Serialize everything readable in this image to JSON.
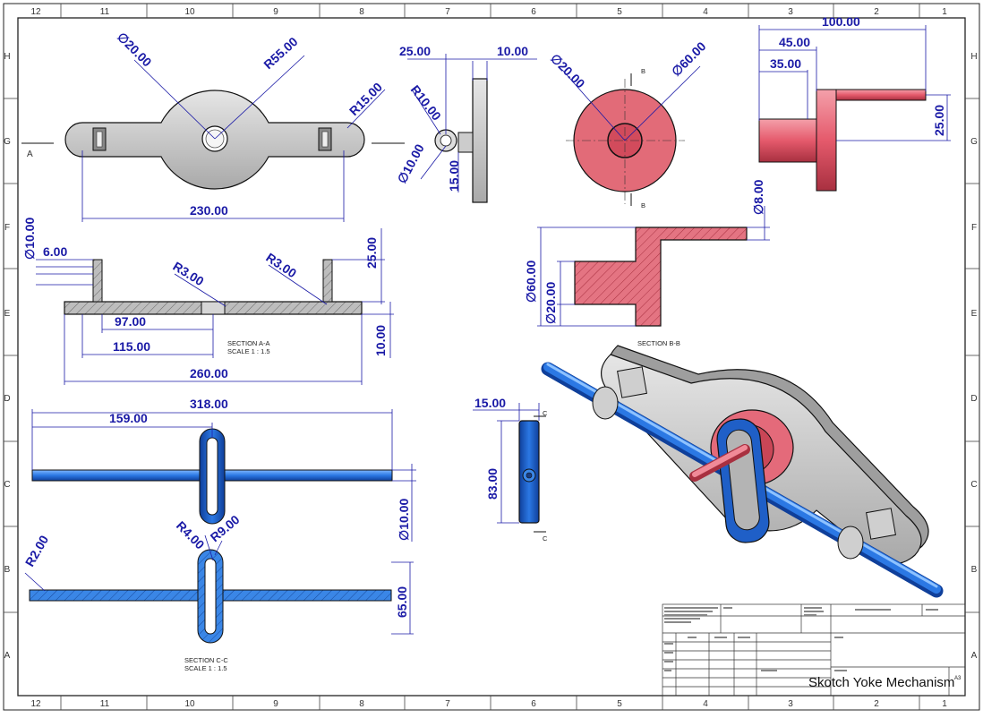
{
  "title_block": {
    "title": "Skotch Yoke Mechanism",
    "sheet_size": "A3"
  },
  "zones": {
    "columns": [
      "12",
      "11",
      "10",
      "9",
      "8",
      "7",
      "6",
      "5",
      "4",
      "3",
      "2",
      "1"
    ],
    "rows": [
      "H",
      "G",
      "F",
      "E",
      "D",
      "C",
      "B",
      "A"
    ]
  },
  "section_labels": {
    "aa_title": "SECTION A-A",
    "aa_scale": "SCALE 1 : 1.5",
    "bb_title": "SECTION B-B",
    "cc_title": "SECTION C-C",
    "cc_scale": "SCALE 1 : 1.5"
  },
  "section_markers": {
    "a": "A",
    "b": "B",
    "c": "C"
  },
  "dimensions": {
    "plate_front": {
      "d_hole": "∅20.00",
      "r_disc": "R55.00",
      "r_end": "R15.00",
      "length": "230.00"
    },
    "plate_side": {
      "width": "25.00",
      "thickness": "10.00",
      "r_boss": "R10.00",
      "d_pin": "∅10.00",
      "height": "15.00"
    },
    "crank_front": {
      "d_inner": "∅20.00",
      "d_outer": "∅60.00"
    },
    "crank_side": {
      "total": "100.00",
      "d45": "45.00",
      "d35": "35.00",
      "offset": "25.00"
    },
    "section_aa": {
      "d_hole": "∅10.00",
      "gap": "6.00",
      "r_left": "R3.00",
      "r_right": "R3.00",
      "height": "25.00",
      "d97": "97.00",
      "d115": "115.00",
      "total": "260.00",
      "thick": "10.00"
    },
    "section_bb": {
      "d_pin": "∅8.00",
      "d_outer": "∅60.00",
      "d_inner": "∅20.00"
    },
    "yoke_front": {
      "total": "318.00",
      "half": "159.00",
      "d_rod": "∅10.00"
    },
    "yoke_side": {
      "width": "15.00",
      "height": "83.00"
    },
    "section_cc": {
      "r_end": "R2.00",
      "r_inner": "R4.00",
      "r_outer": "R9.00",
      "height": "65.00"
    }
  },
  "colors": {
    "dimension": "#1a1aa6",
    "crank": "#e26b78",
    "yoke": "#2f7fe0",
    "plate": "#c9c9c9"
  }
}
